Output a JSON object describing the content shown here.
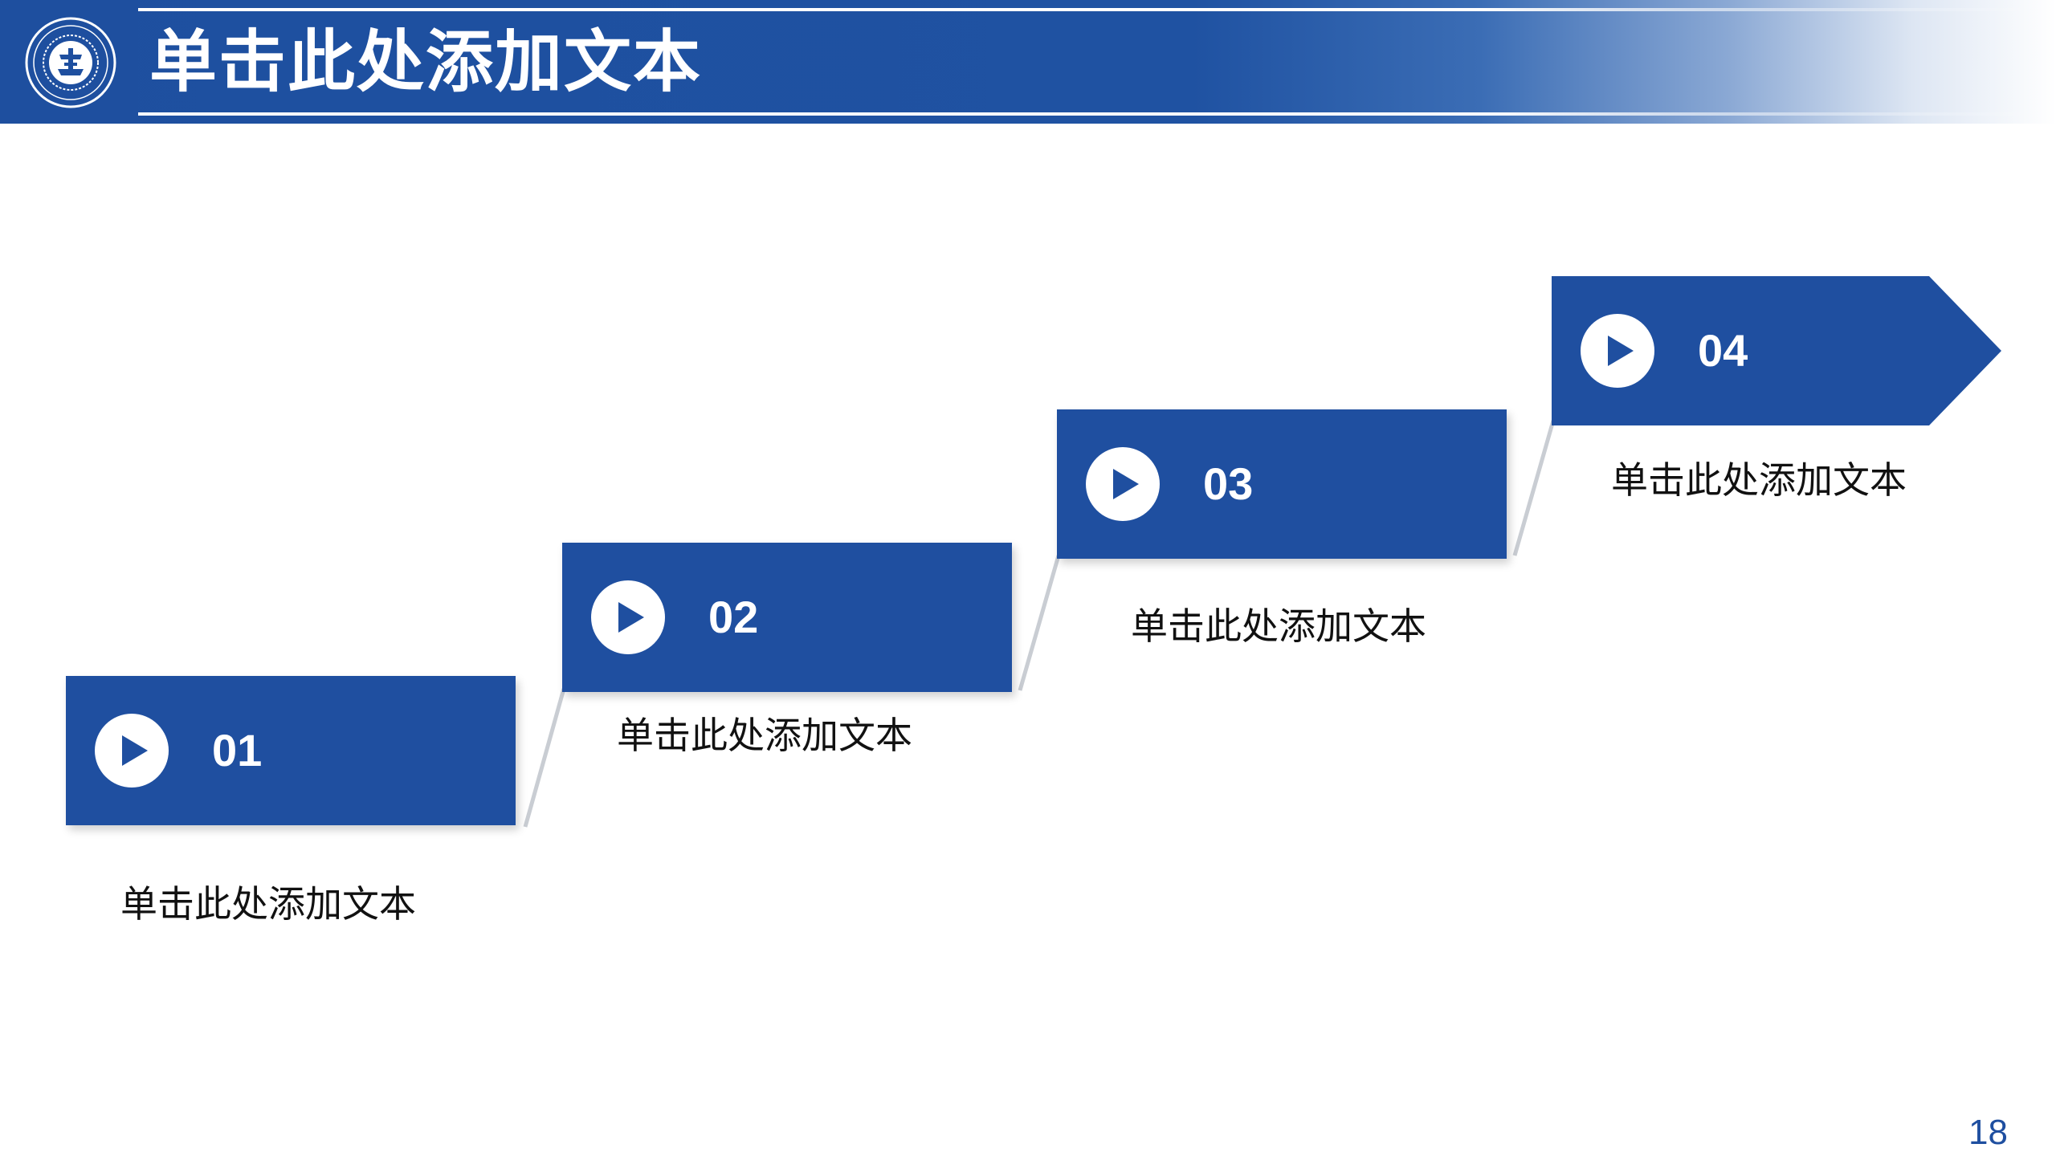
{
  "header": {
    "title": "单击此处添加文本"
  },
  "steps": [
    {
      "number": "01",
      "text": "单击此处添加文本"
    },
    {
      "number": "02",
      "text": "单击此处添加文本"
    },
    {
      "number": "03",
      "text": "单击此处添加文本"
    },
    {
      "number": "04",
      "text": "单击此处添加文本"
    }
  ],
  "icons": {
    "play": "play-icon",
    "logo": "university-seal-logo"
  },
  "colors": {
    "primary_blue": "#1f4fa0",
    "text": "#111111",
    "background": "#ffffff"
  },
  "footer": {
    "page_number": "18"
  }
}
